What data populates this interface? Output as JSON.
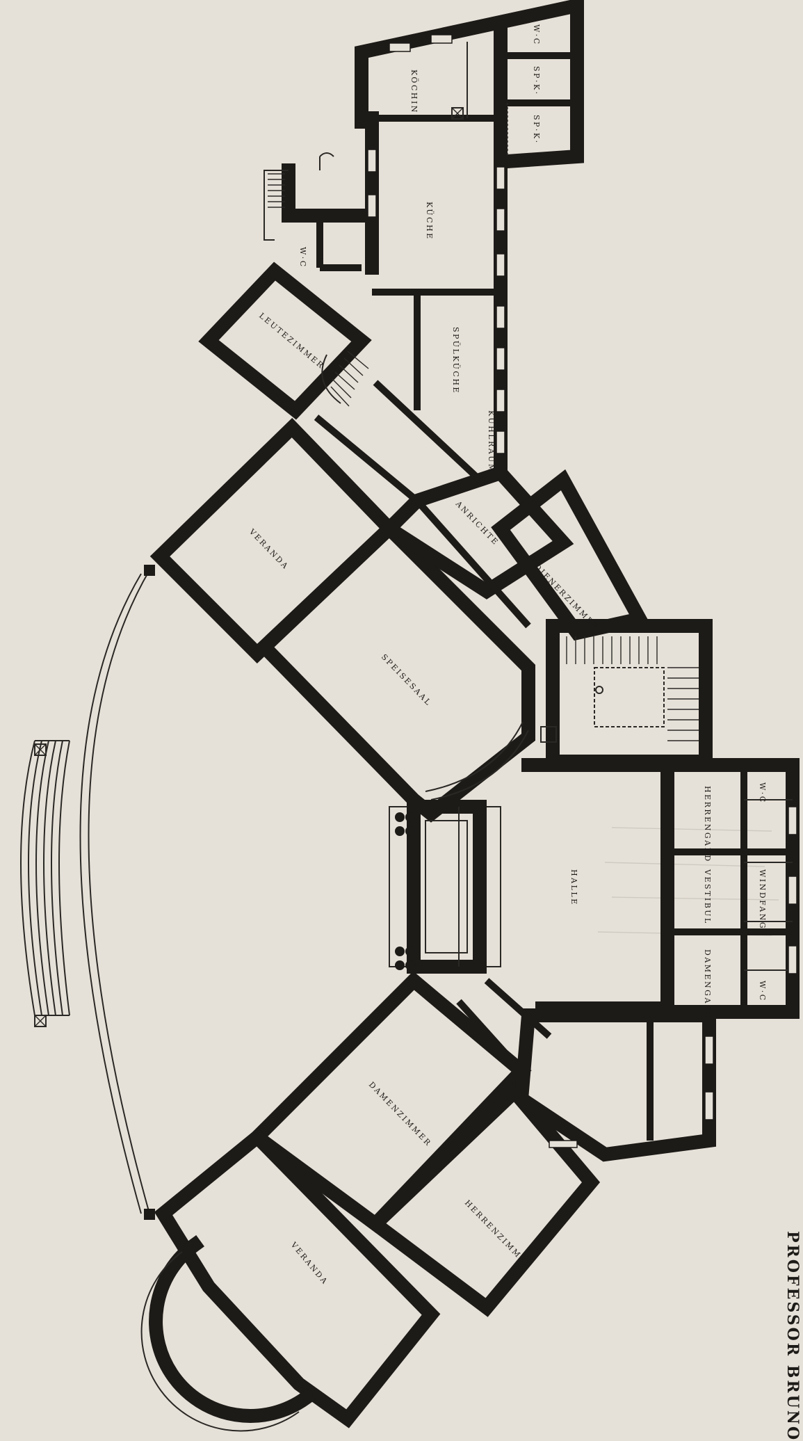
{
  "diagram": {
    "type": "architectural floor plan",
    "rooms": {
      "koechin": "KÖCHIN",
      "wc_top": "W·C",
      "spk_1": "SP·K·",
      "spk_2": "SP·K·",
      "kueche": "KÜCHE",
      "wc_servant": "W·C",
      "leutezimmer": "LEUTEZIMMER",
      "spuelkueche": "SPÜLKÜCHE",
      "kuehlraum": "KÜHLRAUM",
      "veranda_top": "VERANDA",
      "anrichte": "ANRICHTE",
      "dienerzimmer": "DIENERZIMMER",
      "speisesaal": "SPEISESAAL",
      "herrengard": "HERRENGARD",
      "wc_right_top": "W·C",
      "halle": "HALLE",
      "vestibul": "VESTIBUL",
      "windfang": "WINDFANG",
      "damengard": "DAMENGARD",
      "wc_right_bottom": "W·C",
      "damenzimmer": "DAMENZIMMER",
      "herrenzimmer": "HERRENZIMMER",
      "veranda_bottom": "VERANDA"
    },
    "caption": "PROFESSOR BRUNO PAUL"
  }
}
